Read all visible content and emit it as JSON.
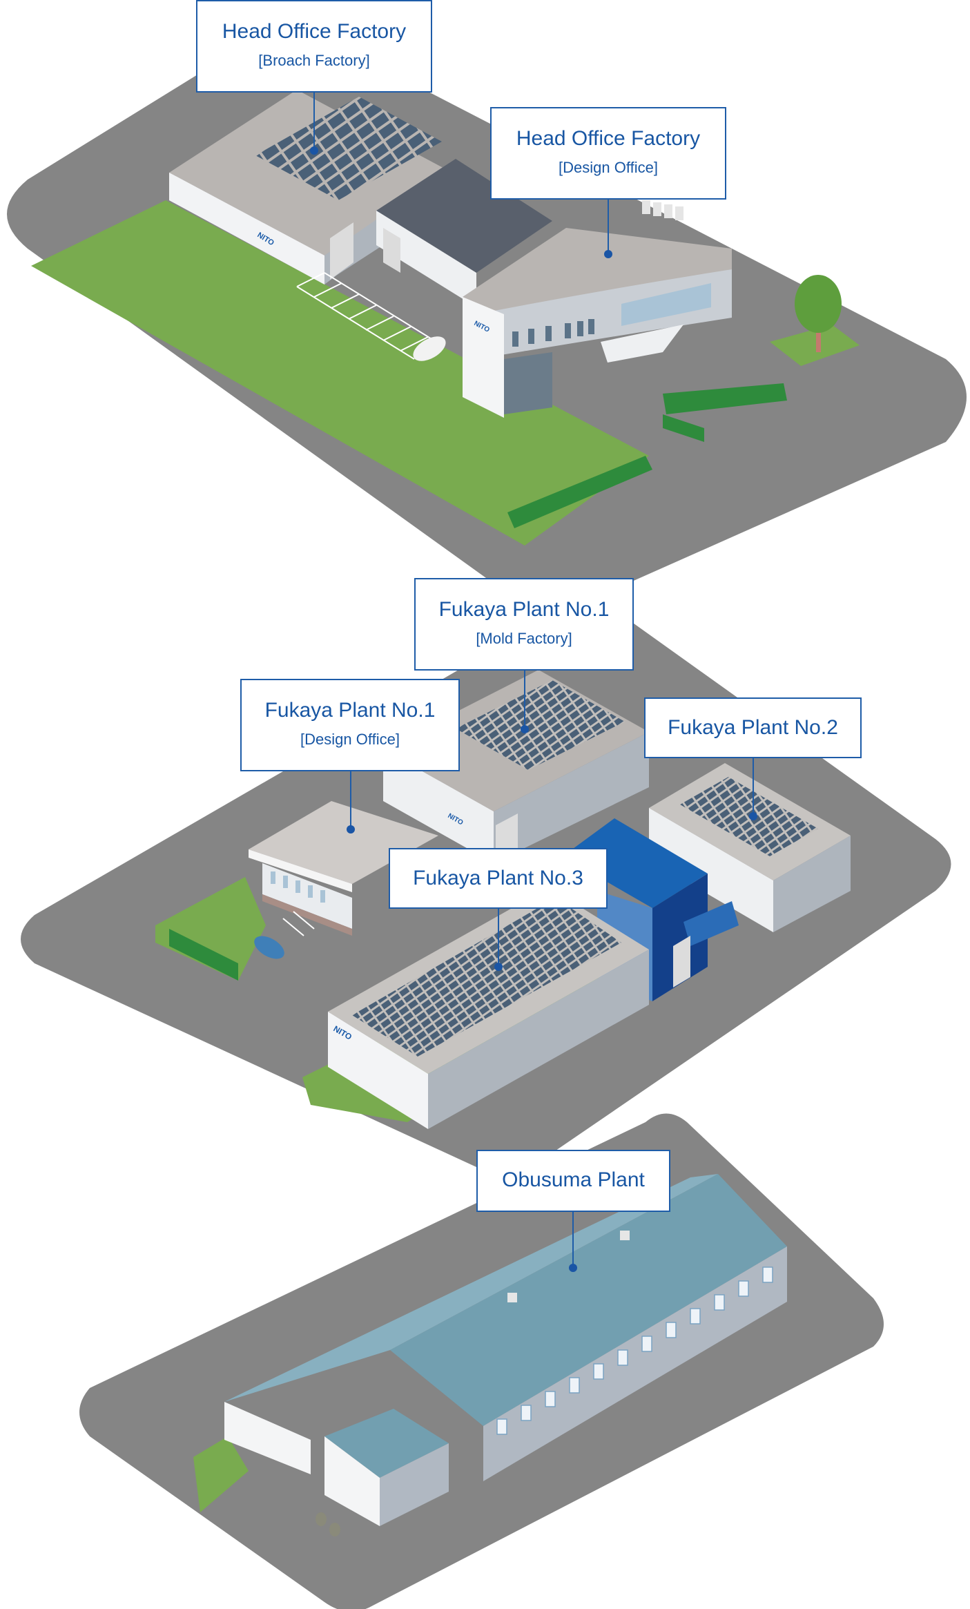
{
  "title": "Site map of factories and plants",
  "colors": {
    "label_text": "#1856a3",
    "label_border": "#1e5ca8",
    "road": "#858585",
    "grass": "#79ab4f",
    "roof_gray": "#b9b5b2",
    "solar_panel": "#4a6077",
    "wall_light": "#eef0f2",
    "wall_shade": "#aeb5bd",
    "blue_building": "#1a5aa8",
    "obusuma_roof": "#7ea9ba"
  },
  "sites": [
    {
      "name": "Head Office",
      "labels": [
        {
          "title": "Head Office Factory",
          "subtitle": "[Broach Factory]"
        },
        {
          "title": "Head Office Factory",
          "subtitle": "[Design Office]"
        }
      ]
    },
    {
      "name": "Fukaya",
      "labels": [
        {
          "title": "Fukaya Plant No.1",
          "subtitle": "[Mold Factory]"
        },
        {
          "title": "Fukaya Plant No.1",
          "subtitle": "[Design Office]"
        },
        {
          "title": "Fukaya Plant No.2"
        },
        {
          "title": "Fukaya Plant No.3"
        }
      ]
    },
    {
      "name": "Obusuma",
      "labels": [
        {
          "title": "Obusuma Plant"
        }
      ]
    }
  ],
  "logo_text": "NITO"
}
